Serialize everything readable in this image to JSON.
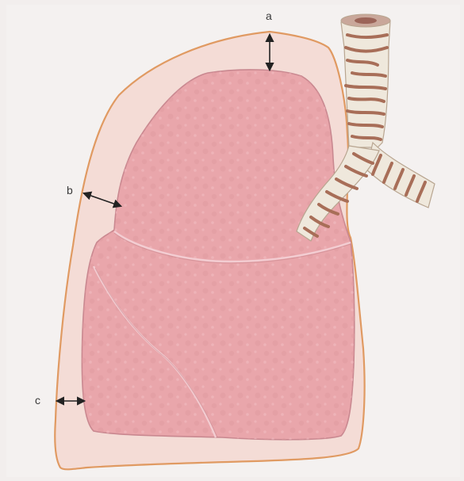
{
  "labels": {
    "a": "a",
    "b": "b",
    "c": "c"
  },
  "colors": {
    "page_background": "#f2eeed",
    "pleura_outline": "#e09a62",
    "pleura_fill": "#f4dcd6",
    "lung_fill": "#e9a6ab",
    "lung_edge": "#c98890",
    "fissure": "#f3cdd2",
    "airway_fill": "#efe8dc",
    "airway_rings": "#a86e58",
    "arrow": "#222222"
  }
}
